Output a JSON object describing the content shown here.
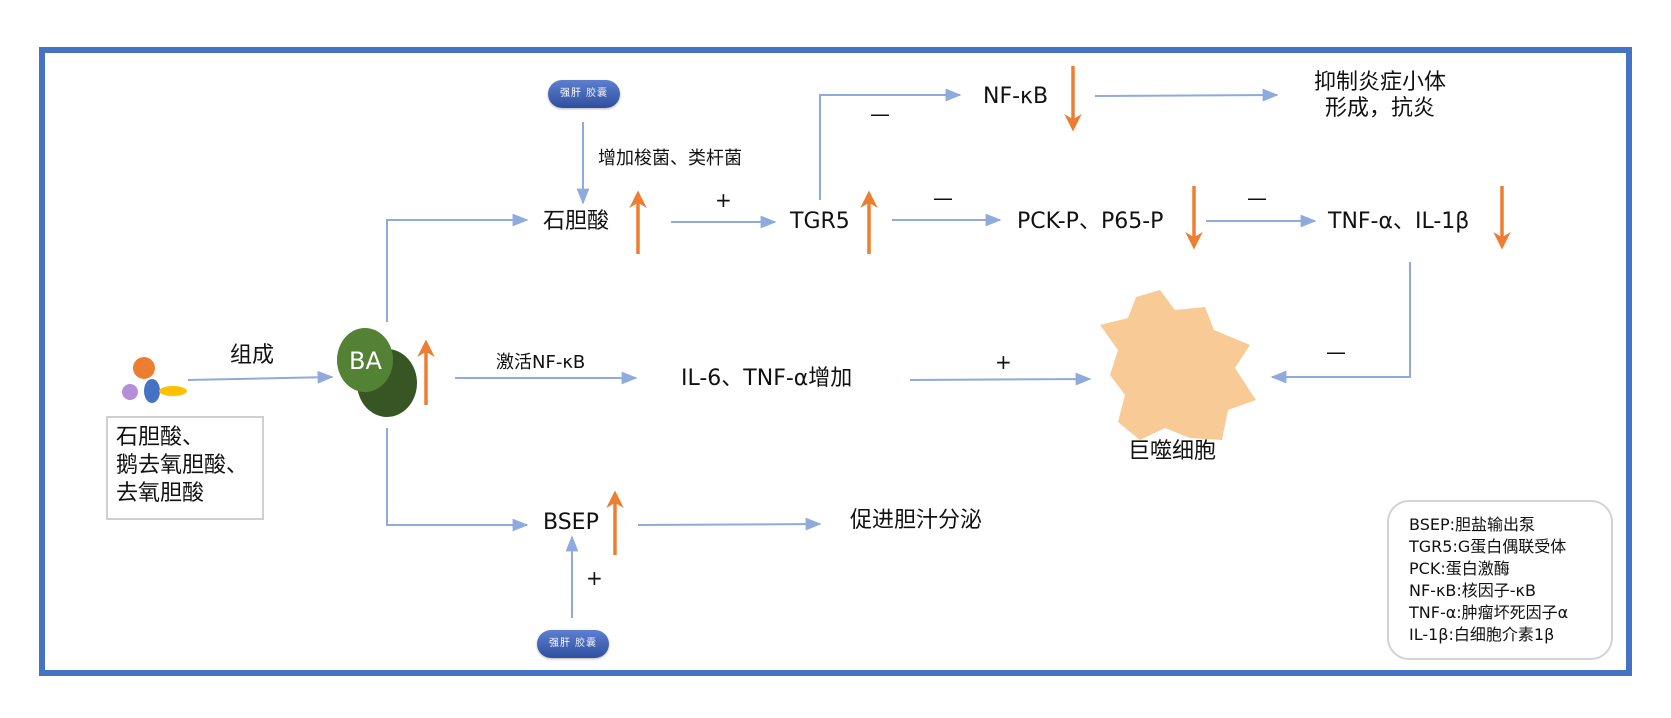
{
  "frame_color": "#4472c4",
  "arrow_color": "#8faadc",
  "up_down_arrow_color": "#ed7d31",
  "composition": {
    "label": "组成",
    "lines": [
      "石胆酸、",
      "鹅去氧胆酸、",
      "去氧胆酸"
    ]
  },
  "ba": {
    "label": "BA",
    "color": "#4a6e30"
  },
  "pill_top": {
    "left": "强肝",
    "right": "胶囊"
  },
  "pill_bottom": {
    "left": "强肝",
    "right": "胶囊"
  },
  "nodes": {
    "lca": "石胆酸",
    "tgr5": "TGR5",
    "nfkb": "NF-κB",
    "inflammasome": [
      "抑制炎症小体",
      "形成，抗炎"
    ],
    "pck": "PCK-P、P65-P",
    "tnf_il1b": "TNF-α、IL-1β",
    "il6_tnf": "IL-6、TNF-α增加",
    "macrophage": "巨噬细胞",
    "bsep": "BSEP",
    "bile": "促进胆汁分泌"
  },
  "edge_labels": {
    "increase_bacteria": "增加梭菌、类杆菌",
    "plus_lca_tgr5": "+",
    "minus_tgr5_nfkb": "—",
    "minus_tgr5_pck": "—",
    "minus_pck_tnf": "—",
    "activate_nfkb": "激活NF-κB",
    "plus_il6_macro": "+",
    "minus_tnf_macro": "—",
    "plus_bsep": "+"
  },
  "legend": [
    "BSEP:胆盐输出泵",
    "TGR5:G蛋白偶联受体",
    "PCK:蛋白激酶",
    "NF-κB:核因子-κB",
    "TNF-α:肿瘤坏死因子α",
    "IL-1β:白细胞介素1β"
  ]
}
